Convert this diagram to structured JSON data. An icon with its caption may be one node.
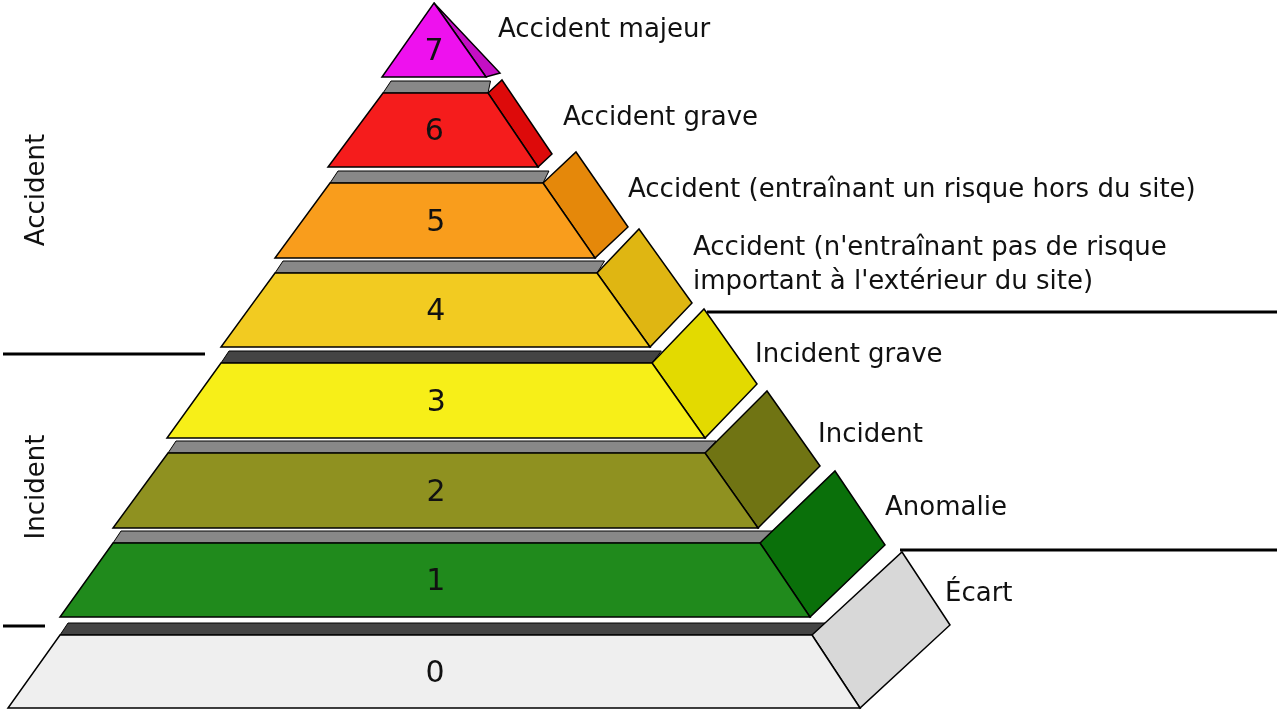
{
  "diagram": {
    "nodes": [
      {
        "text": [
          "7"
        ],
        "beside": [
          "Accident majeur"
        ]
      },
      {
        "text": [
          "6"
        ],
        "beside": [
          "Accident grave"
        ]
      },
      {
        "text": [
          "5"
        ],
        "beside": [
          "Accident (entraînant un risque hors du site)"
        ]
      },
      {
        "text": [
          "4"
        ],
        "beside": [
          "Accident (n'entraînant pas de risque important à l'extérieur du site)"
        ]
      },
      {
        "text": [
          "3"
        ],
        "beside": [
          "Incident grave"
        ]
      },
      {
        "text": [
          "2"
        ],
        "beside": [
          "Incident"
        ]
      },
      {
        "text": [
          "1"
        ],
        "beside": [
          "Anomalie"
        ]
      },
      {
        "text": [
          "0"
        ],
        "beside": [
          "Écart"
        ]
      }
    ],
    "labels": [
      "Accident",
      "Incident"
    ]
  }
}
